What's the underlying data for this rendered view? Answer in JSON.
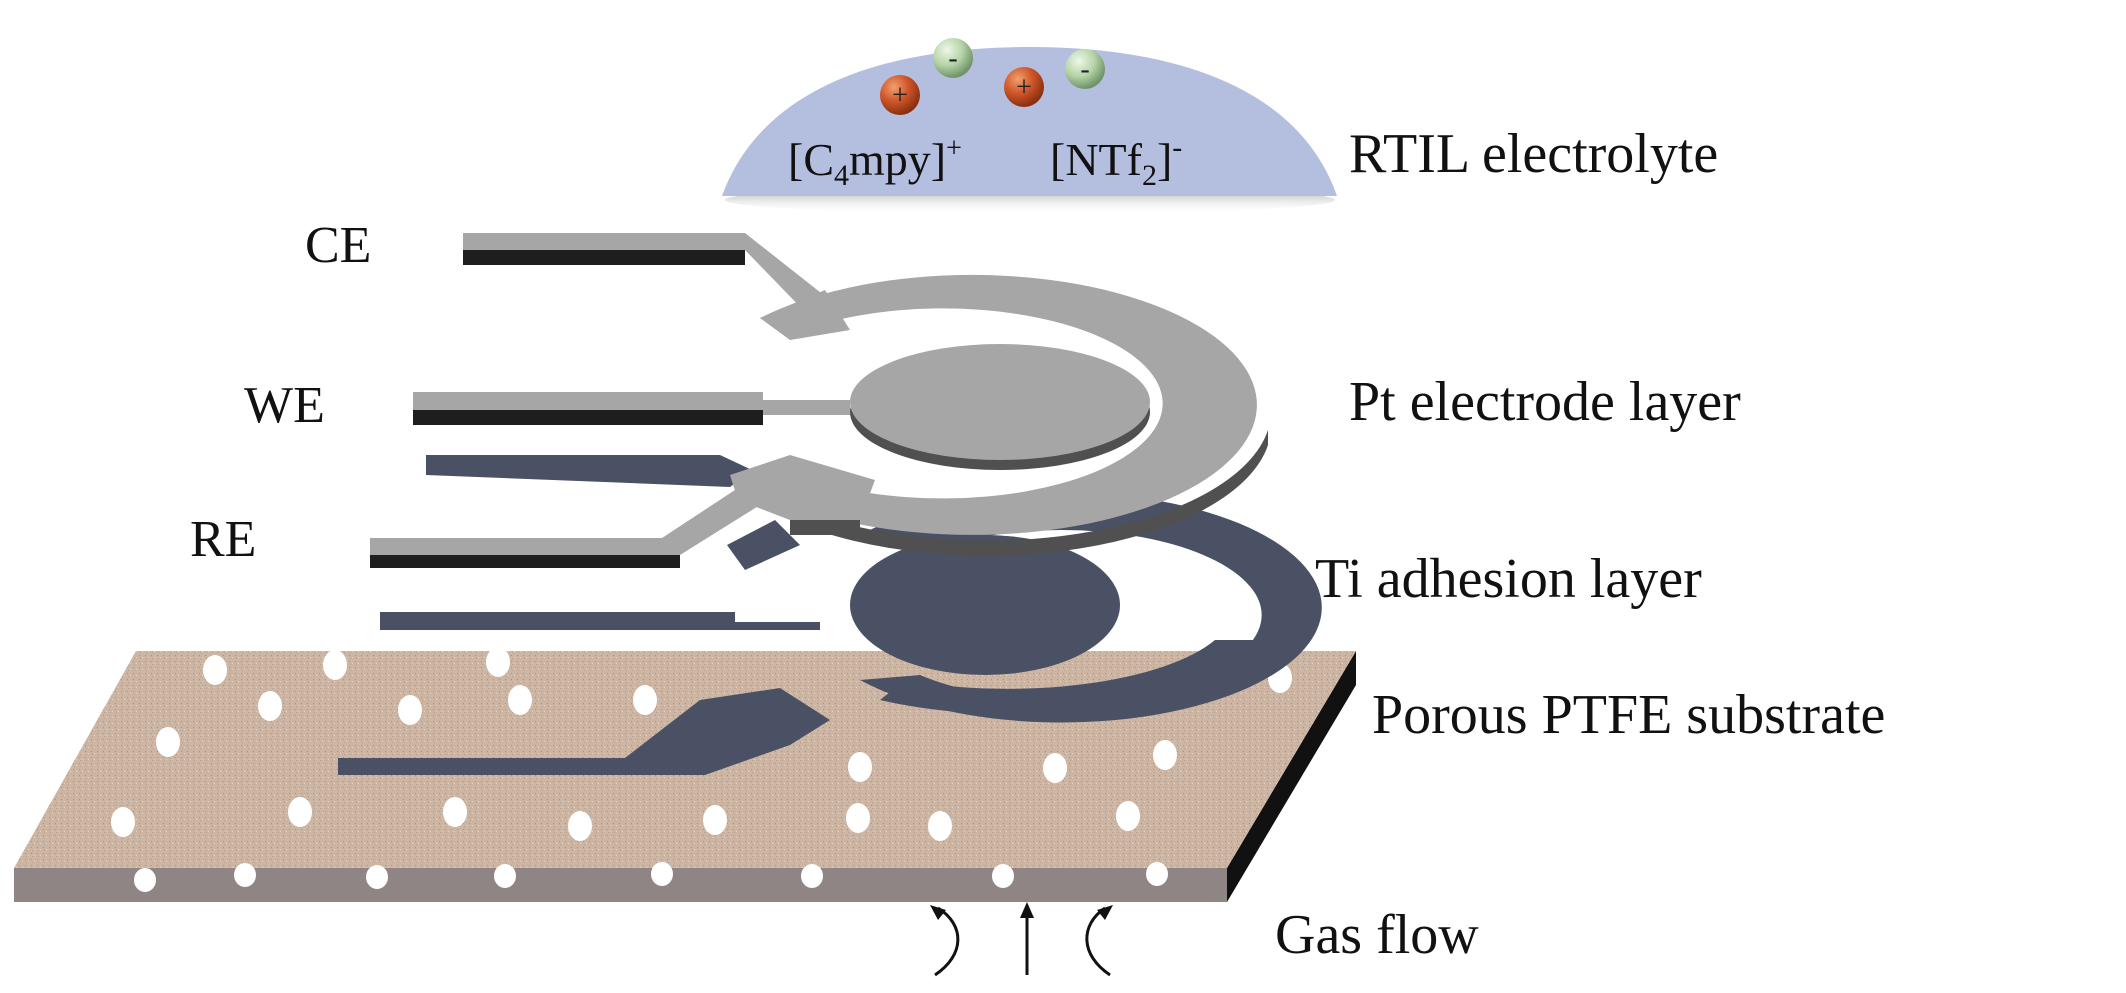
{
  "figure": {
    "electrolyte": {
      "label": "RTIL electrolyte",
      "cation": {
        "prefix": "[C",
        "sub": "4",
        "rest": "mpy]",
        "sup": "+"
      },
      "anion": {
        "prefix": "[NTf",
        "sub": "2",
        "rest": "]",
        "sup": "-"
      },
      "ions": [
        {
          "type": "cation",
          "sign": "+"
        },
        {
          "type": "anion",
          "sign": "-"
        },
        {
          "type": "cation",
          "sign": "+"
        },
        {
          "type": "anion",
          "sign": "-"
        }
      ]
    },
    "electrodes": {
      "ce": "CE",
      "we": "WE",
      "re": "RE"
    },
    "layers": {
      "pt": "Pt electrode layer",
      "ti": "Ti adhesion layer",
      "substrate": "Porous PTFE substrate",
      "gas": "Gas flow"
    },
    "colors": {
      "electrolyte": "#b4bedf",
      "cation": "#d2582a",
      "anion": "#b6d4a8",
      "pt_top": "#a7a6a7",
      "pt_side": "#505050",
      "ti": "#4b5164",
      "substrate_top": "#cdb5a4",
      "substrate_side": "#8f8585"
    }
  }
}
